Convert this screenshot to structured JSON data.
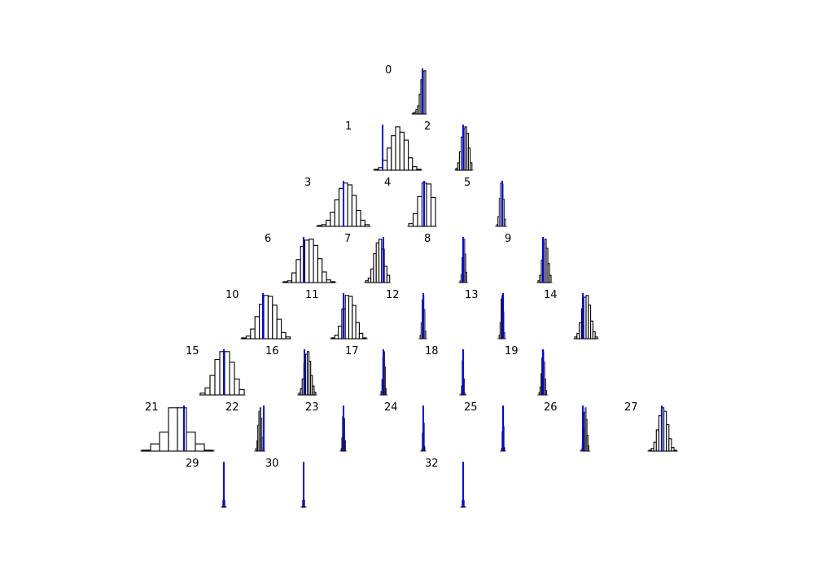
{
  "chart_data": {
    "type": "histogram-grid",
    "title": "",
    "styles": {
      "bar_fill": "#ffffff",
      "bar_stroke": "#000000",
      "marker_color": "#0000ff"
    },
    "panels": [
      {
        "label": "0",
        "counts": [
          1,
          2,
          5,
          9,
          22,
          38,
          47,
          48
        ]
      },
      {
        "label": "1",
        "counts": [
          1,
          3,
          11,
          25,
          39,
          49,
          43,
          34,
          14,
          4,
          1
        ]
      },
      {
        "label": "2",
        "counts": [
          2,
          8,
          20,
          36,
          45,
          47,
          40,
          24,
          8
        ]
      },
      {
        "label": "3",
        "counts": [
          1,
          2,
          7,
          16,
          30,
          43,
          49,
          47,
          35,
          18,
          7,
          2
        ]
      },
      {
        "label": "4",
        "counts": [
          3,
          14,
          33,
          48,
          47,
          32
        ]
      },
      {
        "label": "5",
        "counts": [
          2,
          11,
          31,
          48,
          47,
          30,
          8
        ]
      },
      {
        "label": "6",
        "counts": [
          1,
          2,
          11,
          26,
          41,
          48,
          49,
          42,
          27,
          12,
          3,
          1
        ]
      },
      {
        "label": "7",
        "counts": [
          2,
          5,
          15,
          32,
          44,
          48,
          37,
          18,
          8
        ]
      },
      {
        "label": "8",
        "counts": [
          2,
          9,
          29,
          47,
          50,
          33,
          12
        ]
      },
      {
        "label": "9",
        "counts": [
          2,
          8,
          25,
          43,
          48,
          38,
          21,
          8
        ]
      },
      {
        "label": "10",
        "counts": [
          1,
          3,
          11,
          25,
          39,
          49,
          48,
          38,
          22,
          7,
          2
        ]
      },
      {
        "label": "11",
        "counts": [
          1,
          4,
          14,
          33,
          48,
          47,
          37,
          18,
          6,
          1
        ]
      },
      {
        "label": "12",
        "counts": [
          4,
          18,
          44,
          49,
          33,
          9
        ]
      },
      {
        "label": "13",
        "counts": [
          4,
          18,
          44,
          48,
          30,
          7
        ]
      },
      {
        "label": "14",
        "counts": [
          2,
          6,
          18,
          34,
          47,
          49,
          38,
          20,
          8,
          2
        ]
      },
      {
        "label": "15",
        "counts": [
          2,
          8,
          22,
          40,
          49,
          49,
          37,
          18,
          6
        ]
      },
      {
        "label": "16",
        "counts": [
          2,
          7,
          18,
          36,
          46,
          49,
          38,
          22,
          10,
          3
        ]
      },
      {
        "label": "17",
        "counts": [
          4,
          17,
          42,
          48,
          31,
          7
        ]
      },
      {
        "label": "18",
        "counts": [
          1,
          10,
          38,
          48,
          18,
          2
        ]
      },
      {
        "label": "19",
        "counts": [
          3,
          9,
          24,
          42,
          49,
          37,
          18,
          5
        ]
      },
      {
        "label": "21",
        "counts": [
          1,
          8,
          21,
          48,
          48,
          21,
          8,
          1
        ]
      },
      {
        "label": "22",
        "counts": [
          3,
          12,
          30,
          46,
          50,
          38,
          16,
          4
        ]
      },
      {
        "label": "23",
        "counts": [
          3,
          15,
          39,
          49,
          37,
          12
        ]
      },
      {
        "label": "24",
        "counts": [
          2,
          20,
          48,
          31,
          5
        ]
      },
      {
        "label": "25",
        "counts": [
          3,
          22,
          49,
          28,
          4
        ]
      },
      {
        "label": "26",
        "counts": [
          2,
          9,
          26,
          44,
          49,
          36,
          18,
          6
        ]
      },
      {
        "label": "27",
        "counts": [
          1,
          3,
          10,
          24,
          40,
          49,
          45,
          30,
          14,
          4,
          1
        ]
      },
      {
        "label": "29",
        "counts": [
          1,
          8,
          48,
          8,
          1
        ]
      },
      {
        "label": "30",
        "counts": [
          1,
          8,
          48,
          8,
          1
        ]
      },
      {
        "label": "32",
        "counts": [
          1,
          8,
          48,
          8,
          1
        ]
      }
    ]
  }
}
